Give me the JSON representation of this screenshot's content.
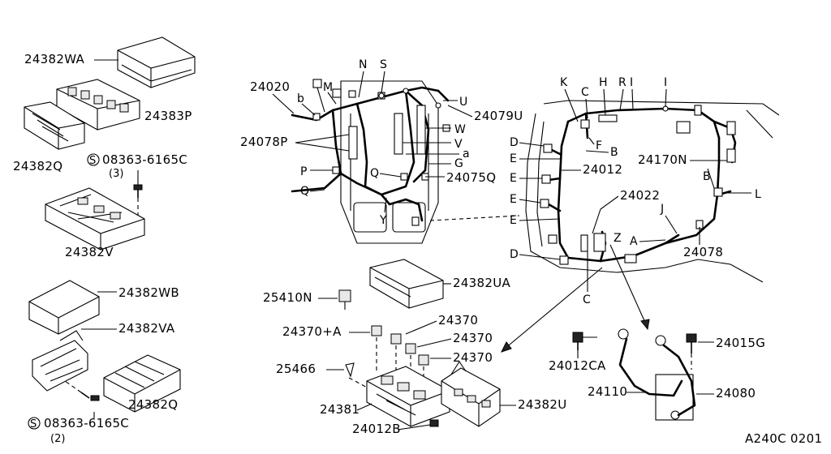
{
  "diagram": {
    "code": "A240C 0201",
    "labels": {
      "p24382WA": "24382WA",
      "p24383P": "24383P",
      "p24382Q_top": "24382Q",
      "bolt_top": "08363-6165C",
      "bolt_top_qty": "(3)",
      "p24382V": "24382V",
      "p24382WB": "24382WB",
      "p24382VA": "24382VA",
      "p24382Q_bot": "24382Q",
      "bolt_bot": "08363-6165C",
      "bolt_bot_qty": "(2)",
      "p24020": "24020",
      "p24078P": "24078P",
      "p24079U": "24079U",
      "p24075Q": "24075Q",
      "p24382UA": "24382UA",
      "p25410N": "25410N",
      "p24370A": "24370+A",
      "p24370_1": "24370",
      "p24370_2": "24370",
      "p24370_3": "24370",
      "p25466": "25466",
      "p24381": "24381",
      "p24012B": "24012B",
      "p24382U": "24382U",
      "p24012": "24012",
      "p24170N": "24170N",
      "p24022": "24022",
      "p24078": "24078",
      "p24012CA": "24012CA",
      "p24015G": "24015G",
      "p24110": "24110",
      "p24080": "24080",
      "eng_b": "b",
      "eng_M": "M",
      "eng_N": "N",
      "eng_S": "S",
      "eng_U": "U",
      "eng_W": "W",
      "eng_V": "V",
      "eng_a": "a",
      "eng_G": "G",
      "eng_P": "P",
      "eng_Q1": "Q",
      "eng_Q2": "Q",
      "eng_Y": "Y",
      "ip_K": "K",
      "ip_C1": "C",
      "ip_H": "H",
      "ip_R": "R",
      "ip_I1": "I",
      "ip_I2": "I",
      "ip_D1": "D",
      "ip_F": "F",
      "ip_B1": "B",
      "ip_E1": "E",
      "ip_E2": "E",
      "ip_E3": "E",
      "ip_E4": "E",
      "ip_B2": "B",
      "ip_L": "L",
      "ip_J": "J",
      "ip_Z": "Z",
      "ip_A": "A",
      "ip_D2": "D",
      "ip_C2": "C",
      "s_mark": "S"
    }
  }
}
